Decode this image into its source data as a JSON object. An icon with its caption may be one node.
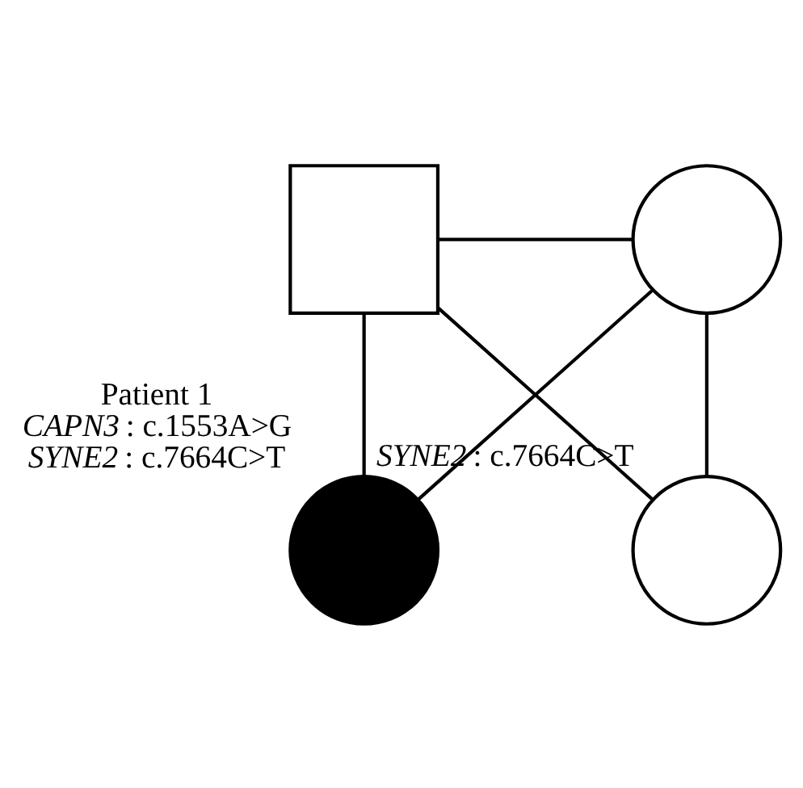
{
  "diagram": {
    "nodes": [
      {
        "text": [],
        "shape": "box"
      },
      {
        "text": [],
        "shape": "circle"
      },
      {
        "text": [],
        "shape": "circle",
        "beside": [
          "Patient 1",
          "*CAPN3* : c.1553A>G",
          "*SYNE2* : c.7664C>T"
        ]
      },
      {
        "text": [],
        "shape": "circle",
        "beside": [
          "*SYNE2* : c.7664C>T"
        ]
      }
    ],
    "edges": [
      {
        "from": 0,
        "to": 1,
        "arrow": "none"
      },
      {
        "from": 0,
        "to": 2,
        "arrow": "none"
      },
      {
        "from": 1,
        "to": 2,
        "arrow": "none"
      },
      {
        "from": 0,
        "to": 3,
        "arrow": "none"
      },
      {
        "from": 1,
        "to": 3,
        "arrow": "none"
      }
    ]
  }
}
